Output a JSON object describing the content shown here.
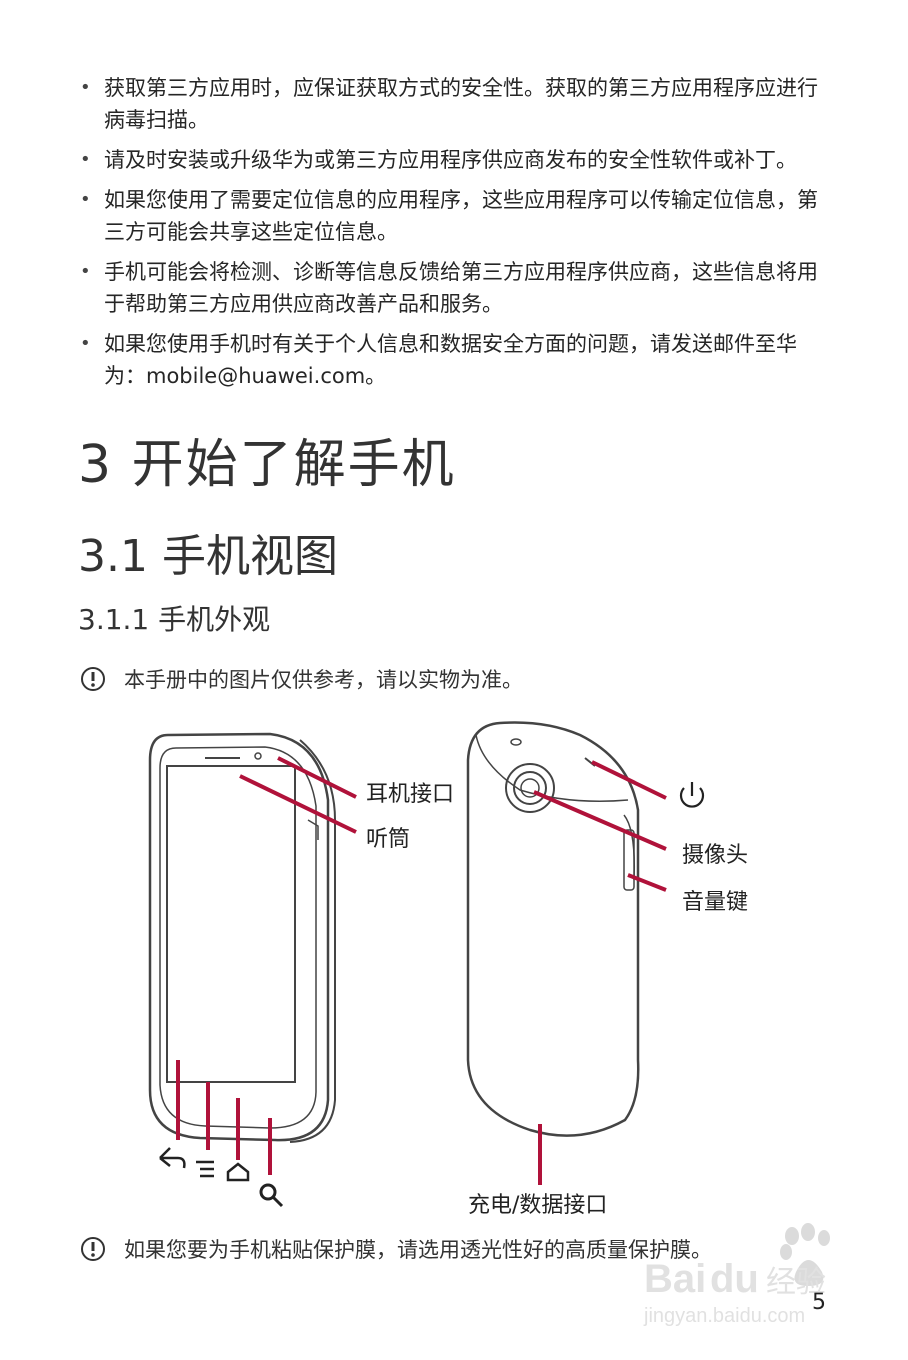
{
  "bullets": [
    "获取第三方应用时，应保证获取方式的安全性。获取的第三方应用程序应进行病毒扫描。",
    "请及时安装或升级华为或第三方应用程序供应商发布的安全性软件或补丁。",
    "如果您使用了需要定位信息的应用程序，这些应用程序可以传输定位信息，第三方可能会共享这些定位信息。",
    "手机可能会将检测、诊断等信息反馈给第三方应用程序供应商，这些信息将用于帮助第三方应用供应商改善产品和服务。",
    "如果您使用手机时有关于个人信息和数据安全方面的问题，请发送邮件至华为：mobile@huawei.com。"
  ],
  "heading1": "3  开始了解手机",
  "heading2": "3.1  手机视图",
  "heading3": "3.1.1  手机外观",
  "note_top": "本手册中的图片仅供参考，请以实物为准。",
  "labels": {
    "headset": "耳机接口",
    "earpiece": "听筒",
    "camera": "摄像头",
    "volume": "音量键",
    "charge": "充电/数据接口"
  },
  "note_bottom": "如果您要为手机粘贴保护膜，请选用透光性好的高质量保护膜。",
  "page_number": "5",
  "watermark": {
    "brand": "Baidu经验",
    "url": "jingyan.baidu.com"
  },
  "colors": {
    "callout": "#b0123a",
    "outline": "#444444"
  }
}
